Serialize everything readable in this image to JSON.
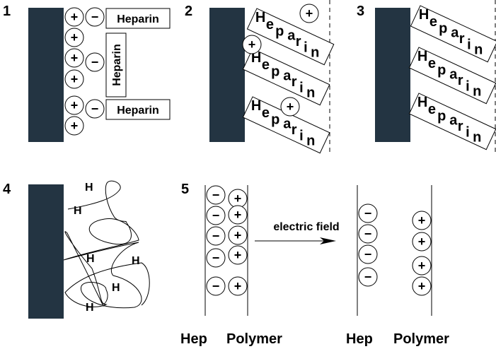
{
  "panels": [
    {
      "number": "1",
      "label": "Heparin"
    },
    {
      "number": "2",
      "label": "Heparin"
    },
    {
      "number": "3",
      "label": "Heparin"
    },
    {
      "number": "4",
      "label": "H"
    },
    {
      "number": "5"
    }
  ],
  "heparin_word": "Heparin",
  "heparin_letters": [
    "H",
    "e",
    "p",
    "a",
    "r",
    "i",
    "n"
  ],
  "h_label": "H",
  "plus": "+",
  "minus": "−",
  "arrow_label": "electric field",
  "bottom_labels": {
    "hep": "Hep",
    "polymer": "Polymer"
  },
  "colors": {
    "surface": "#233442",
    "line": "#000000",
    "background": "#ffffff"
  }
}
